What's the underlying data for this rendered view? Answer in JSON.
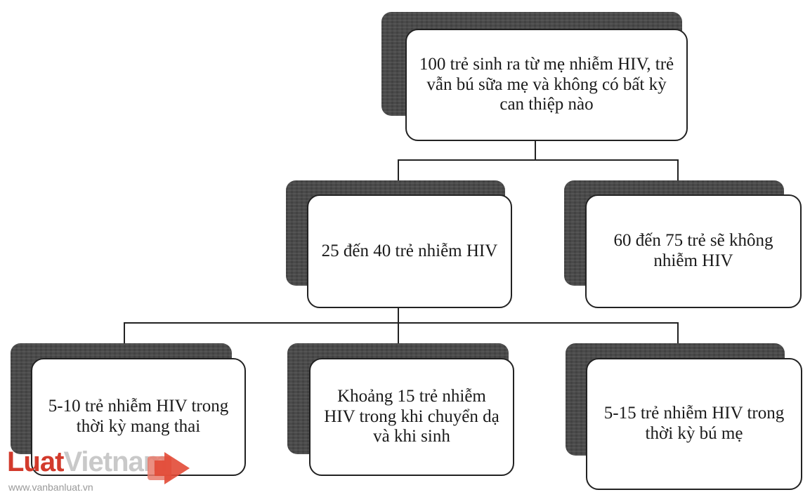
{
  "nodes": {
    "root": "100 trẻ sinh ra từ mẹ nhiễm HIV, trẻ vẫn bú sữa mẹ và không có bất kỳ can thiệp nào",
    "infected": "25 đến 40 trẻ nhiễm HIV",
    "not_infected": "60 đến 75 trẻ sẽ không nhiễm HIV",
    "pregnancy": "5-10 trẻ nhiễm HIV trong thời kỳ mang thai",
    "labor": "Khoảng 15 trẻ nhiễm HIV trong khi chuyển dạ và khi sinh",
    "breastfeeding": "5-15 trẻ nhiễm HIV trong thời kỳ bú mẹ"
  },
  "watermark": {
    "brand_part1": "Luat",
    "brand_part2": "Vietnam",
    "url": "www.vanbanluat.vn"
  }
}
